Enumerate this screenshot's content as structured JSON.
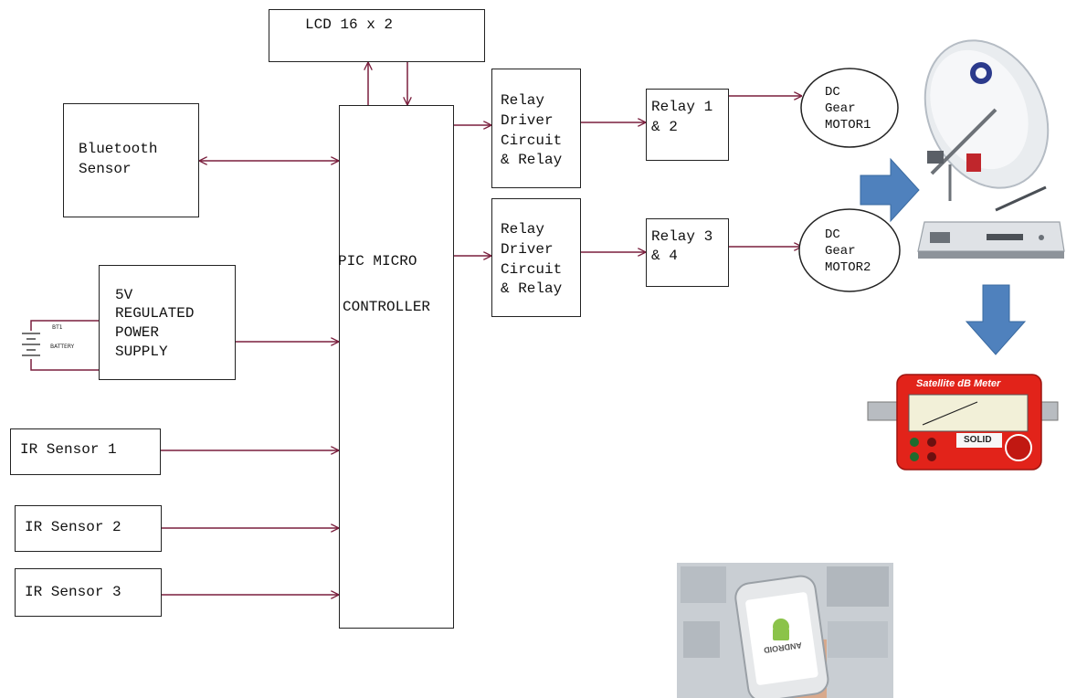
{
  "blocks": {
    "lcd": "LCD 16 x 2",
    "bluetooth": [
      "Bluetooth",
      "Sensor"
    ],
    "power": [
      "5V",
      "REGULATED",
      "POWER",
      "SUPPLY"
    ],
    "battery_ref": "BT1",
    "battery_label": "BATTERY",
    "ir1": "IR Sensor 1",
    "ir2": "IR Sensor 2",
    "ir3": "IR Sensor 3",
    "pic_line1": "PIC MICRO",
    "pic_line2": "CONTROLLER",
    "driver1": [
      "Relay",
      "Driver",
      "Circuit",
      "& Relay"
    ],
    "driver2": [
      "Relay",
      "Driver",
      "Circuit",
      "& Relay"
    ],
    "relay12": [
      "Relay 1",
      "& 2"
    ],
    "relay34": [
      "Relay 3",
      "& 4"
    ],
    "motor1": [
      "DC",
      "Gear",
      "MOTOR1"
    ],
    "motor2": [
      "DC",
      "Gear",
      "MOTOR2"
    ],
    "meter_title": "Satellite dB Meter",
    "meter_brand": "SOLID",
    "phone_text": "ANDROID"
  },
  "colors": {
    "wire": "#7a1f3d",
    "arrow_blue": "#4f81bd",
    "meter_red": "#e2231a"
  }
}
